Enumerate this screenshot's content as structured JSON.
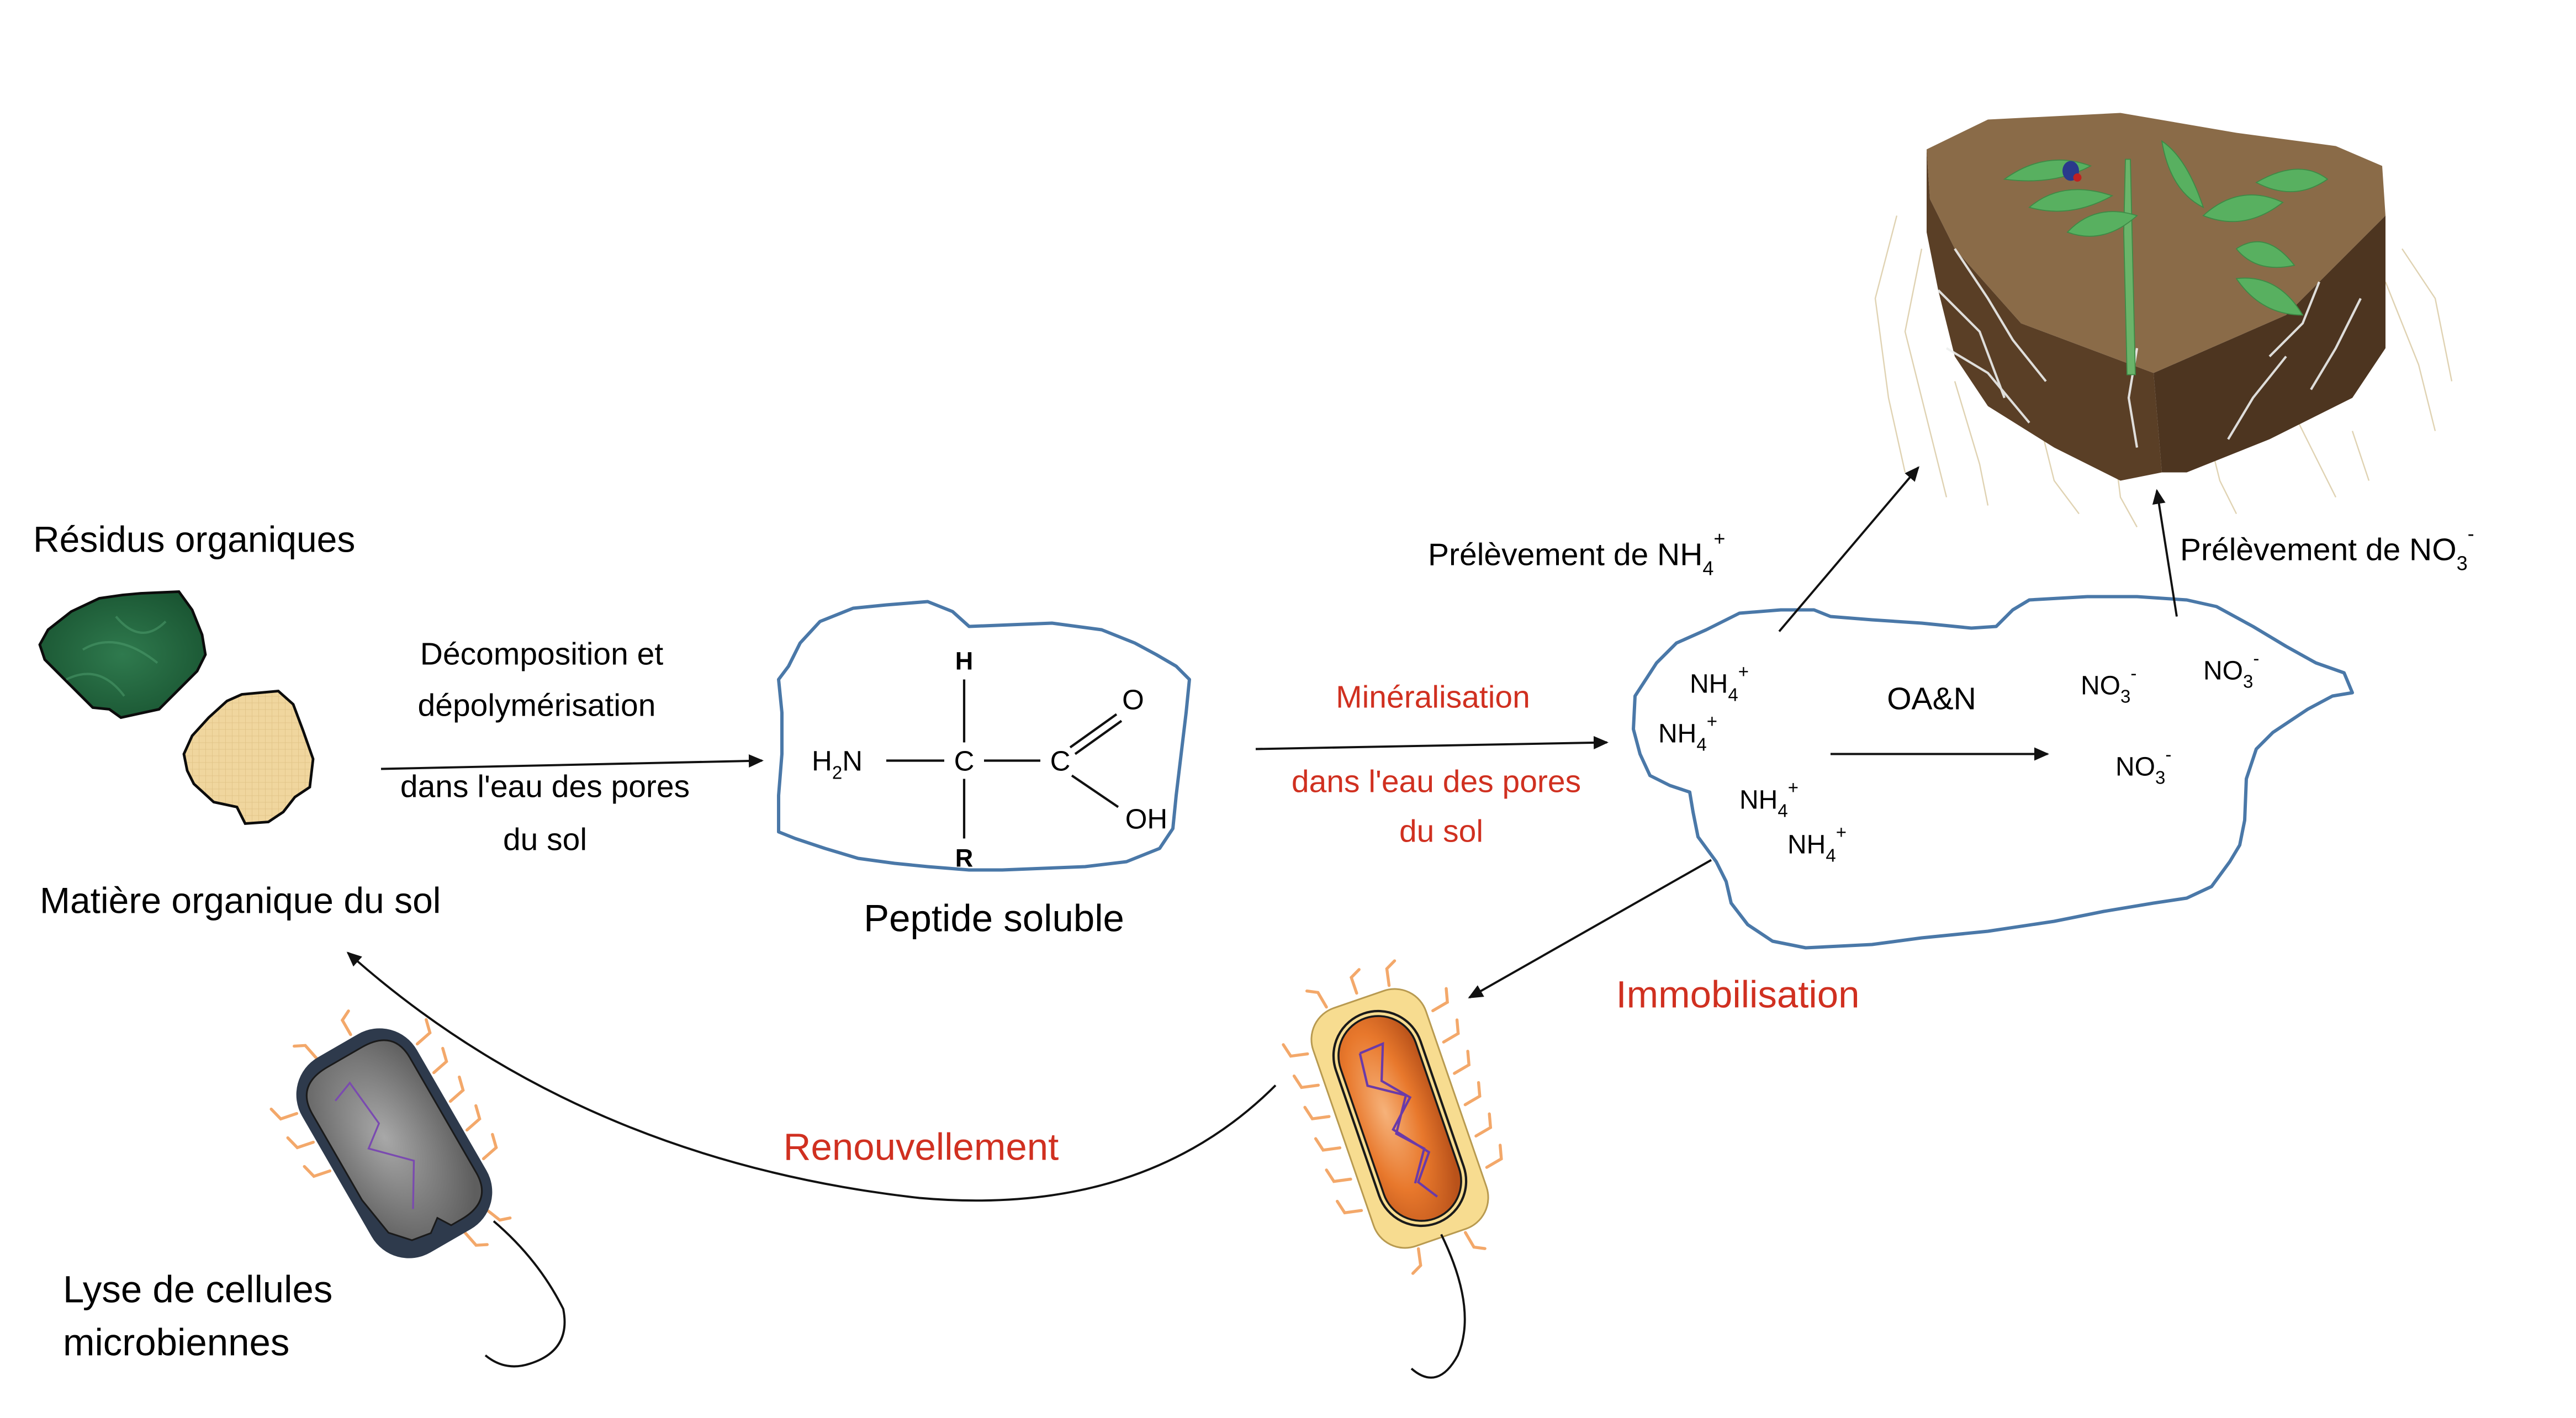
{
  "labels": {
    "residues": "Résidus organiques",
    "soil_organic_matter": "Matière organique du sol",
    "decomposition_line1": "Décomposition et",
    "decomposition_line2": "dépolymérisation",
    "pore_water_line1": "dans l'eau des pores",
    "pore_water_line2": "du sol",
    "soluble_peptide": "Peptide soluble",
    "mineralisation": "Minéralisation",
    "mineral_pore_water_line1": "dans l'eau des pores",
    "mineral_pore_water_line2": "du sol",
    "oan": "OA&N",
    "uptake_nh4_prefix": "Prélèvement de NH",
    "uptake_nh4_sub": "4",
    "uptake_nh4_sup": "+",
    "uptake_no3_prefix": "Prélèvement de NO",
    "uptake_no3_sub": "3",
    "uptake_no3_sup": "-",
    "immobilisation": "Immobilisation",
    "renewal": "Renouvellement",
    "lysis_line1": "Lyse de cellules",
    "lysis_line2": "microbiennes"
  },
  "amino_acid": {
    "h_top": "H",
    "h2": "H",
    "h2_sub": "2",
    "n": "N",
    "c_alpha": "C",
    "c_carboxyl": "C",
    "o": "O",
    "oh": "OH",
    "r": "R"
  },
  "ions": {
    "nh4": {
      "base": "NH",
      "sub": "4",
      "sup": "+"
    },
    "no3": {
      "base": "NO",
      "sub": "3",
      "sup": "-"
    }
  },
  "colors": {
    "process_red": "#d03020",
    "cloud_blue": "#4a78a8",
    "text_black": "#000000"
  },
  "icons": {
    "residue_green": "organic-residue-green-icon",
    "residue_tan": "organic-residue-tan-icon",
    "soil_block": "soil-block-plant-illustration",
    "bacterium_living": "bacterium-icon",
    "bacterium_lysed": "lysed-bacterium-icon"
  }
}
